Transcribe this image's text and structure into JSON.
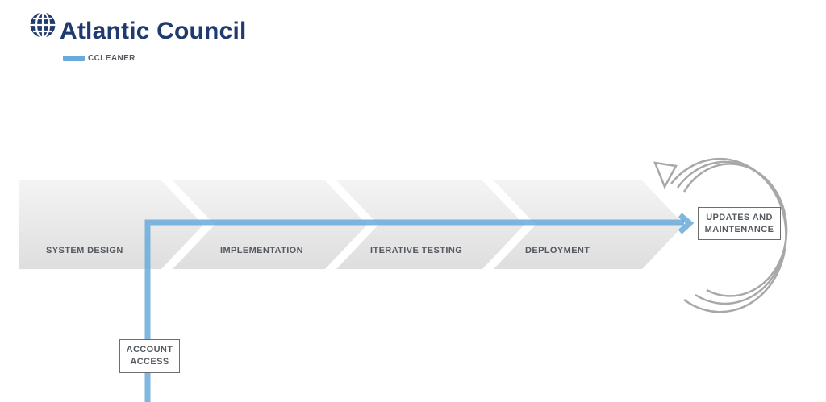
{
  "header": {
    "org_name": "Atlantic Council",
    "logo_icon": "globe-icon",
    "brand_color": "#1f3a6e"
  },
  "legend": {
    "label": "CCLEANER",
    "color": "#6aaada"
  },
  "stages": [
    {
      "label": "SYSTEM DESIGN"
    },
    {
      "label": "IMPLEMENTATION"
    },
    {
      "label": "ITERATIVE TESTING"
    },
    {
      "label": "DEPLOYMENT"
    }
  ],
  "cycle_node": {
    "label_line1": "UPDATES AND",
    "label_line2": "MAINTENANCE"
  },
  "entry_node": {
    "label_line1": "ACCOUNT",
    "label_line2": "ACCESS"
  },
  "colors": {
    "path": "#6aaada",
    "chevron": "#e6e6e6",
    "cycle_arrow": "#a8a8a8"
  }
}
